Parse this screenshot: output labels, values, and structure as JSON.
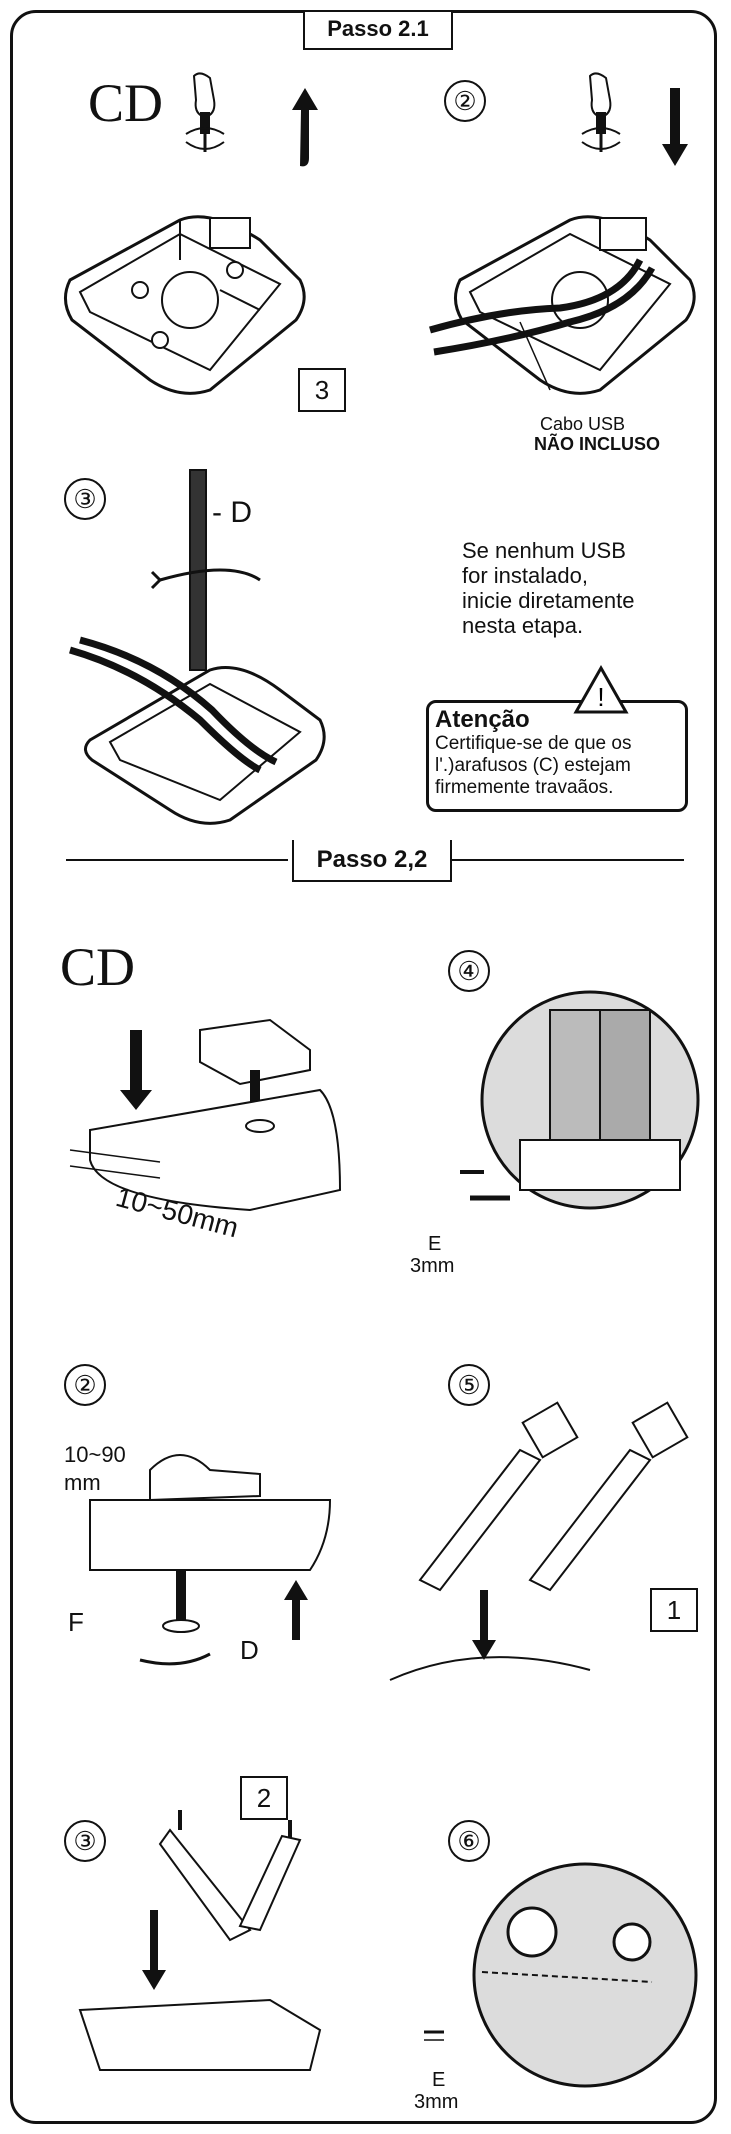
{
  "step_2_1": {
    "title": "Passo 2.1",
    "cd_label": "CD",
    "step2_num": "②",
    "step3_num": "③",
    "label_3": "3",
    "usb_cable": "Cabo USB",
    "not_included": "NÃO INCLUSO",
    "d_label": "- D",
    "note_lines": [
      "Se nenhum USB",
      "for instalado,",
      "inicie diretamente",
      "nesta etapa."
    ],
    "warning_title": "Atenção",
    "warning_lines": [
      "Certifique-se de que os",
      "l'.)arafusos (C) estejam",
      "firmemente travaãos."
    ]
  },
  "step_2_2": {
    "title": "Passo 2,2",
    "cd_label": "CD",
    "dimension": "10~50mm",
    "step4_num": "④",
    "e_label": "E",
    "e_size": "3mm",
    "step2_num": "②",
    "range_label": "10~90",
    "range_unit": "mm",
    "f_label": "F",
    "d_label": "D",
    "step5_num": "⑤",
    "label_1": "1",
    "step3_num": "③",
    "label_2": "2",
    "step6_num": "⑥",
    "e_label_2": "E",
    "e_size_2": "3mm"
  }
}
